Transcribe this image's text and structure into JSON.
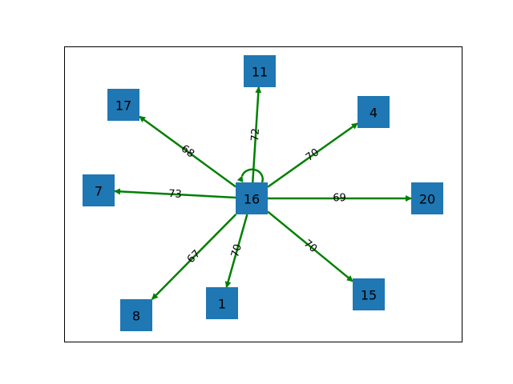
{
  "colors": {
    "node": "#1f77b4",
    "edge": "#008000",
    "frame": "#000000",
    "background": "#ffffff"
  },
  "graph": {
    "nodes": [
      {
        "id": "16",
        "label": "16"
      },
      {
        "id": "11",
        "label": "11"
      },
      {
        "id": "17",
        "label": "17"
      },
      {
        "id": "4",
        "label": "4"
      },
      {
        "id": "7",
        "label": "7"
      },
      {
        "id": "20",
        "label": "20"
      },
      {
        "id": "8",
        "label": "8"
      },
      {
        "id": "1",
        "label": "1"
      },
      {
        "id": "15",
        "label": "15"
      }
    ],
    "edges": [
      {
        "from": "16",
        "to": "11",
        "label": "72"
      },
      {
        "from": "16",
        "to": "17",
        "label": "68"
      },
      {
        "from": "16",
        "to": "4",
        "label": "70"
      },
      {
        "from": "16",
        "to": "7",
        "label": "73"
      },
      {
        "from": "16",
        "to": "20",
        "label": "69"
      },
      {
        "from": "16",
        "to": "8",
        "label": "67"
      },
      {
        "from": "16",
        "to": "1",
        "label": "70"
      },
      {
        "from": "16",
        "to": "15",
        "label": "70"
      },
      {
        "from": "16",
        "to": "16",
        "label": ""
      }
    ]
  }
}
